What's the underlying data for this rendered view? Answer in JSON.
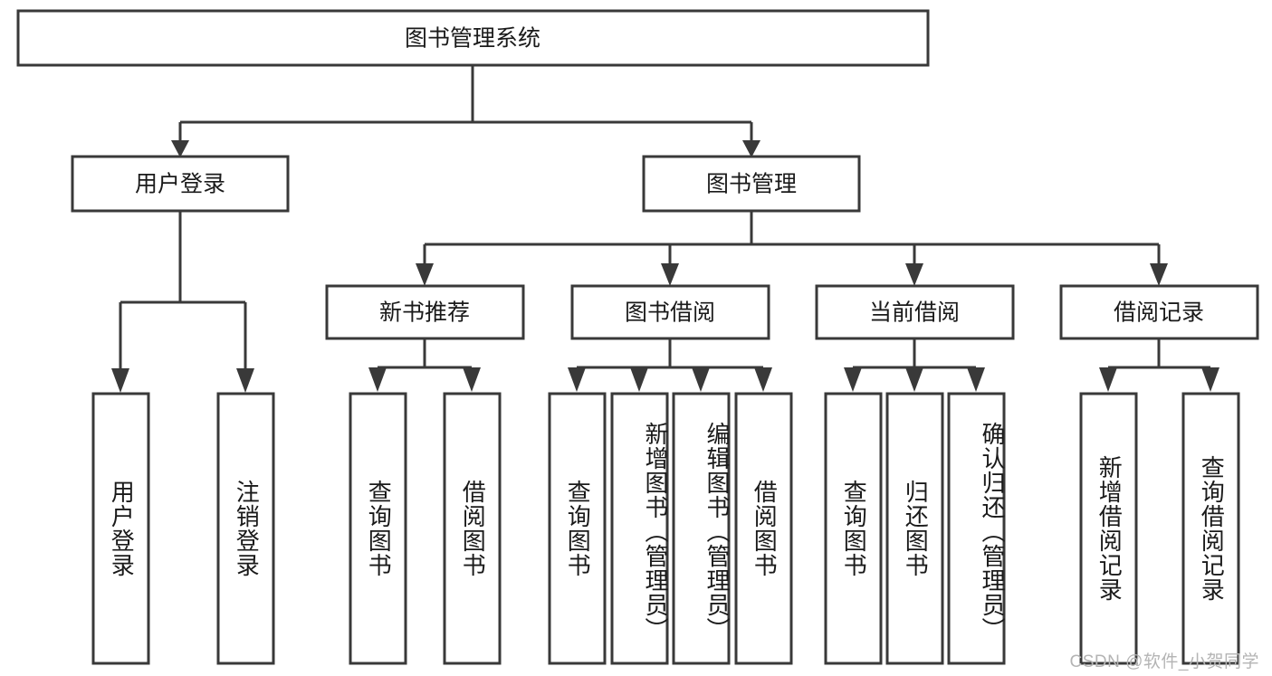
{
  "diagram": {
    "type": "tree-hierarchy",
    "title": "图书管理系统",
    "orientation": "top-down",
    "watermark": "CSDN @软件_小贺同学",
    "colors": {
      "stroke": "#393939",
      "fill": "#ffffff",
      "text": "#1a1a1a",
      "watermark": "#b4b4b4",
      "background": "#ffffff"
    },
    "levels": [
      {
        "level": 1,
        "nodes": [
          {
            "id": "root",
            "label": "图书管理系统",
            "orientation": "horizontal"
          }
        ]
      },
      {
        "level": 2,
        "nodes": [
          {
            "id": "login",
            "label": "用户登录",
            "orientation": "horizontal",
            "parent": "root"
          },
          {
            "id": "bookmgmt",
            "label": "图书管理",
            "orientation": "horizontal",
            "parent": "root"
          }
        ]
      },
      {
        "level": 3,
        "nodes": [
          {
            "id": "newbook",
            "label": "新书推荐",
            "orientation": "horizontal",
            "parent": "bookmgmt"
          },
          {
            "id": "borrow",
            "label": "图书借阅",
            "orientation": "horizontal",
            "parent": "bookmgmt"
          },
          {
            "id": "current",
            "label": "当前借阅",
            "orientation": "horizontal",
            "parent": "bookmgmt"
          },
          {
            "id": "records",
            "label": "借阅记录",
            "orientation": "horizontal",
            "parent": "bookmgmt"
          }
        ]
      },
      {
        "level": 4,
        "nodes": [
          {
            "id": "leaf-1",
            "label": "用户登录",
            "orientation": "vertical",
            "parent": "login",
            "align": "center"
          },
          {
            "id": "leaf-2",
            "label": "注销登录",
            "orientation": "vertical",
            "parent": "login",
            "align": "center"
          },
          {
            "id": "leaf-3",
            "label": "查询图书",
            "orientation": "vertical",
            "parent": "newbook",
            "align": "center"
          },
          {
            "id": "leaf-4",
            "label": "借阅图书",
            "orientation": "vertical",
            "parent": "newbook",
            "align": "center"
          },
          {
            "id": "leaf-5",
            "label": "查询图书",
            "orientation": "vertical",
            "parent": "borrow",
            "align": "center"
          },
          {
            "id": "leaf-6",
            "label": "新增图书（管理员）",
            "orientation": "vertical",
            "parent": "borrow",
            "align": "top"
          },
          {
            "id": "leaf-7",
            "label": "编辑图书（管理员）",
            "orientation": "vertical",
            "parent": "borrow",
            "align": "top"
          },
          {
            "id": "leaf-8",
            "label": "借阅图书",
            "orientation": "vertical",
            "parent": "borrow",
            "align": "center"
          },
          {
            "id": "leaf-9",
            "label": "查询图书",
            "orientation": "vertical",
            "parent": "current",
            "align": "center"
          },
          {
            "id": "leaf-10",
            "label": "归还图书",
            "orientation": "vertical",
            "parent": "current",
            "align": "center"
          },
          {
            "id": "leaf-11",
            "label": "确认归还（管理员）",
            "orientation": "vertical",
            "parent": "current",
            "align": "top"
          },
          {
            "id": "leaf-12",
            "label": "新增借阅记录",
            "orientation": "vertical",
            "parent": "records",
            "align": "center"
          },
          {
            "id": "leaf-13",
            "label": "查询借阅记录",
            "orientation": "vertical",
            "parent": "records",
            "align": "center"
          }
        ]
      }
    ]
  }
}
